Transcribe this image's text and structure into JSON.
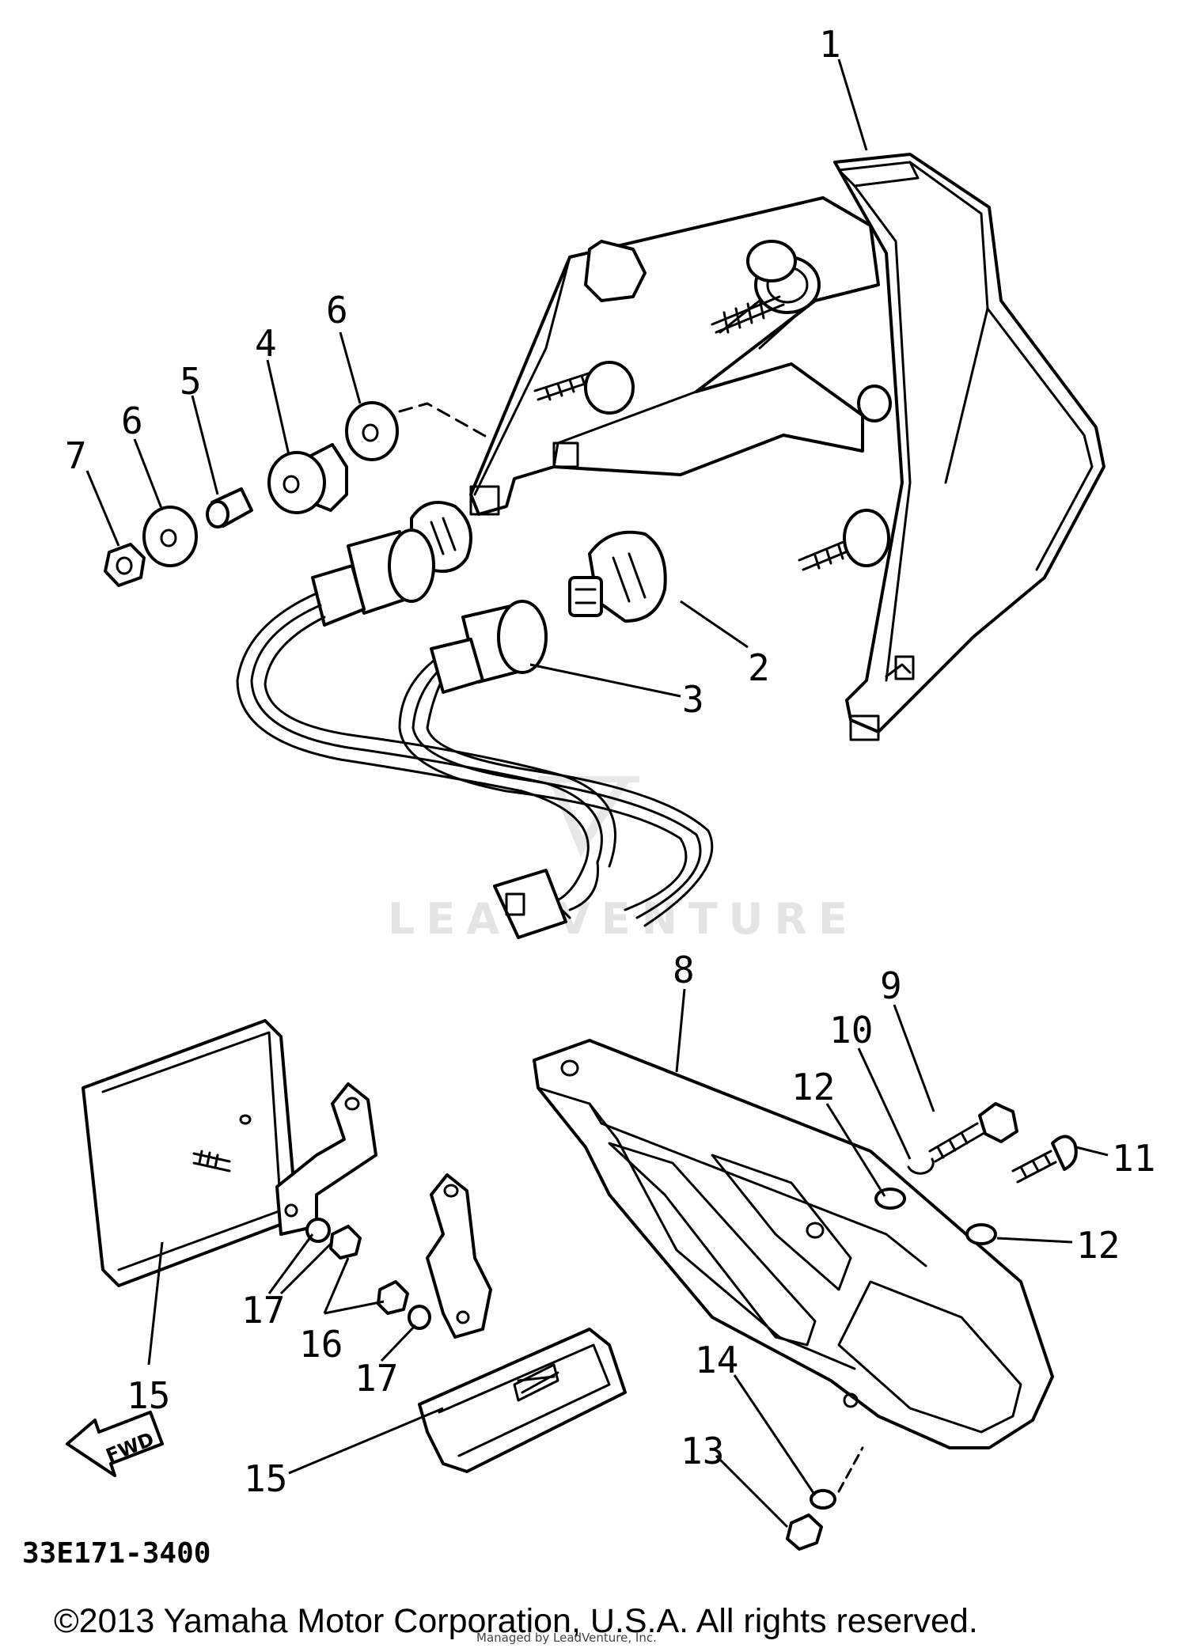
{
  "diagram": {
    "callouts": [
      "1",
      "2",
      "3",
      "4",
      "5",
      "6",
      "6",
      "7",
      "8",
      "9",
      "10",
      "11",
      "12",
      "12",
      "13",
      "14",
      "15",
      "15",
      "16",
      "17",
      "17"
    ],
    "watermark": "LEADVENTURE",
    "figure_id": "33E171-3400",
    "direction_label": "FWD",
    "copyright": "©2013 Yamaha Motor Corporation, U.S.A. All rights reserved.",
    "credit": "Managed by LeadVenture, Inc."
  }
}
